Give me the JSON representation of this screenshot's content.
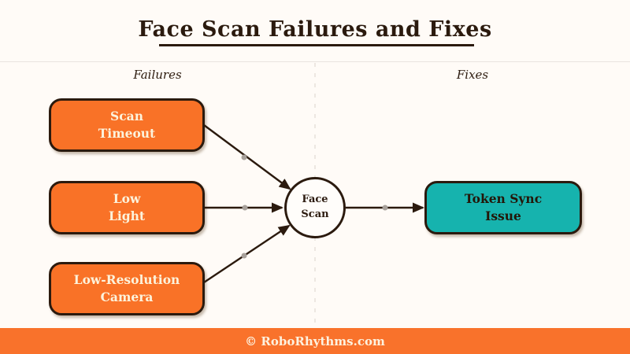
{
  "page": {
    "background": "#FFFBF7",
    "ink": "#2B1A0E",
    "accent_orange": "#F97227",
    "accent_teal": "#16B3AE",
    "dot_gray": "#A8A19B"
  },
  "header": {
    "title": "Face Scan Failures and Fixes"
  },
  "columns": {
    "left_label": "Failures",
    "right_label": "Fixes"
  },
  "diagram": {
    "failures": [
      {
        "line1": "Scan",
        "line2": "Timeout"
      },
      {
        "line1": "Low",
        "line2": "Light"
      },
      {
        "line1": "Low-Resolution",
        "line2": "Camera"
      }
    ],
    "hub": {
      "line1": "Face",
      "line2": "Scan"
    },
    "fix": {
      "line1": "Token Sync",
      "line2": "Issue"
    }
  },
  "footer": {
    "text": "© RoboRhythms.com"
  }
}
